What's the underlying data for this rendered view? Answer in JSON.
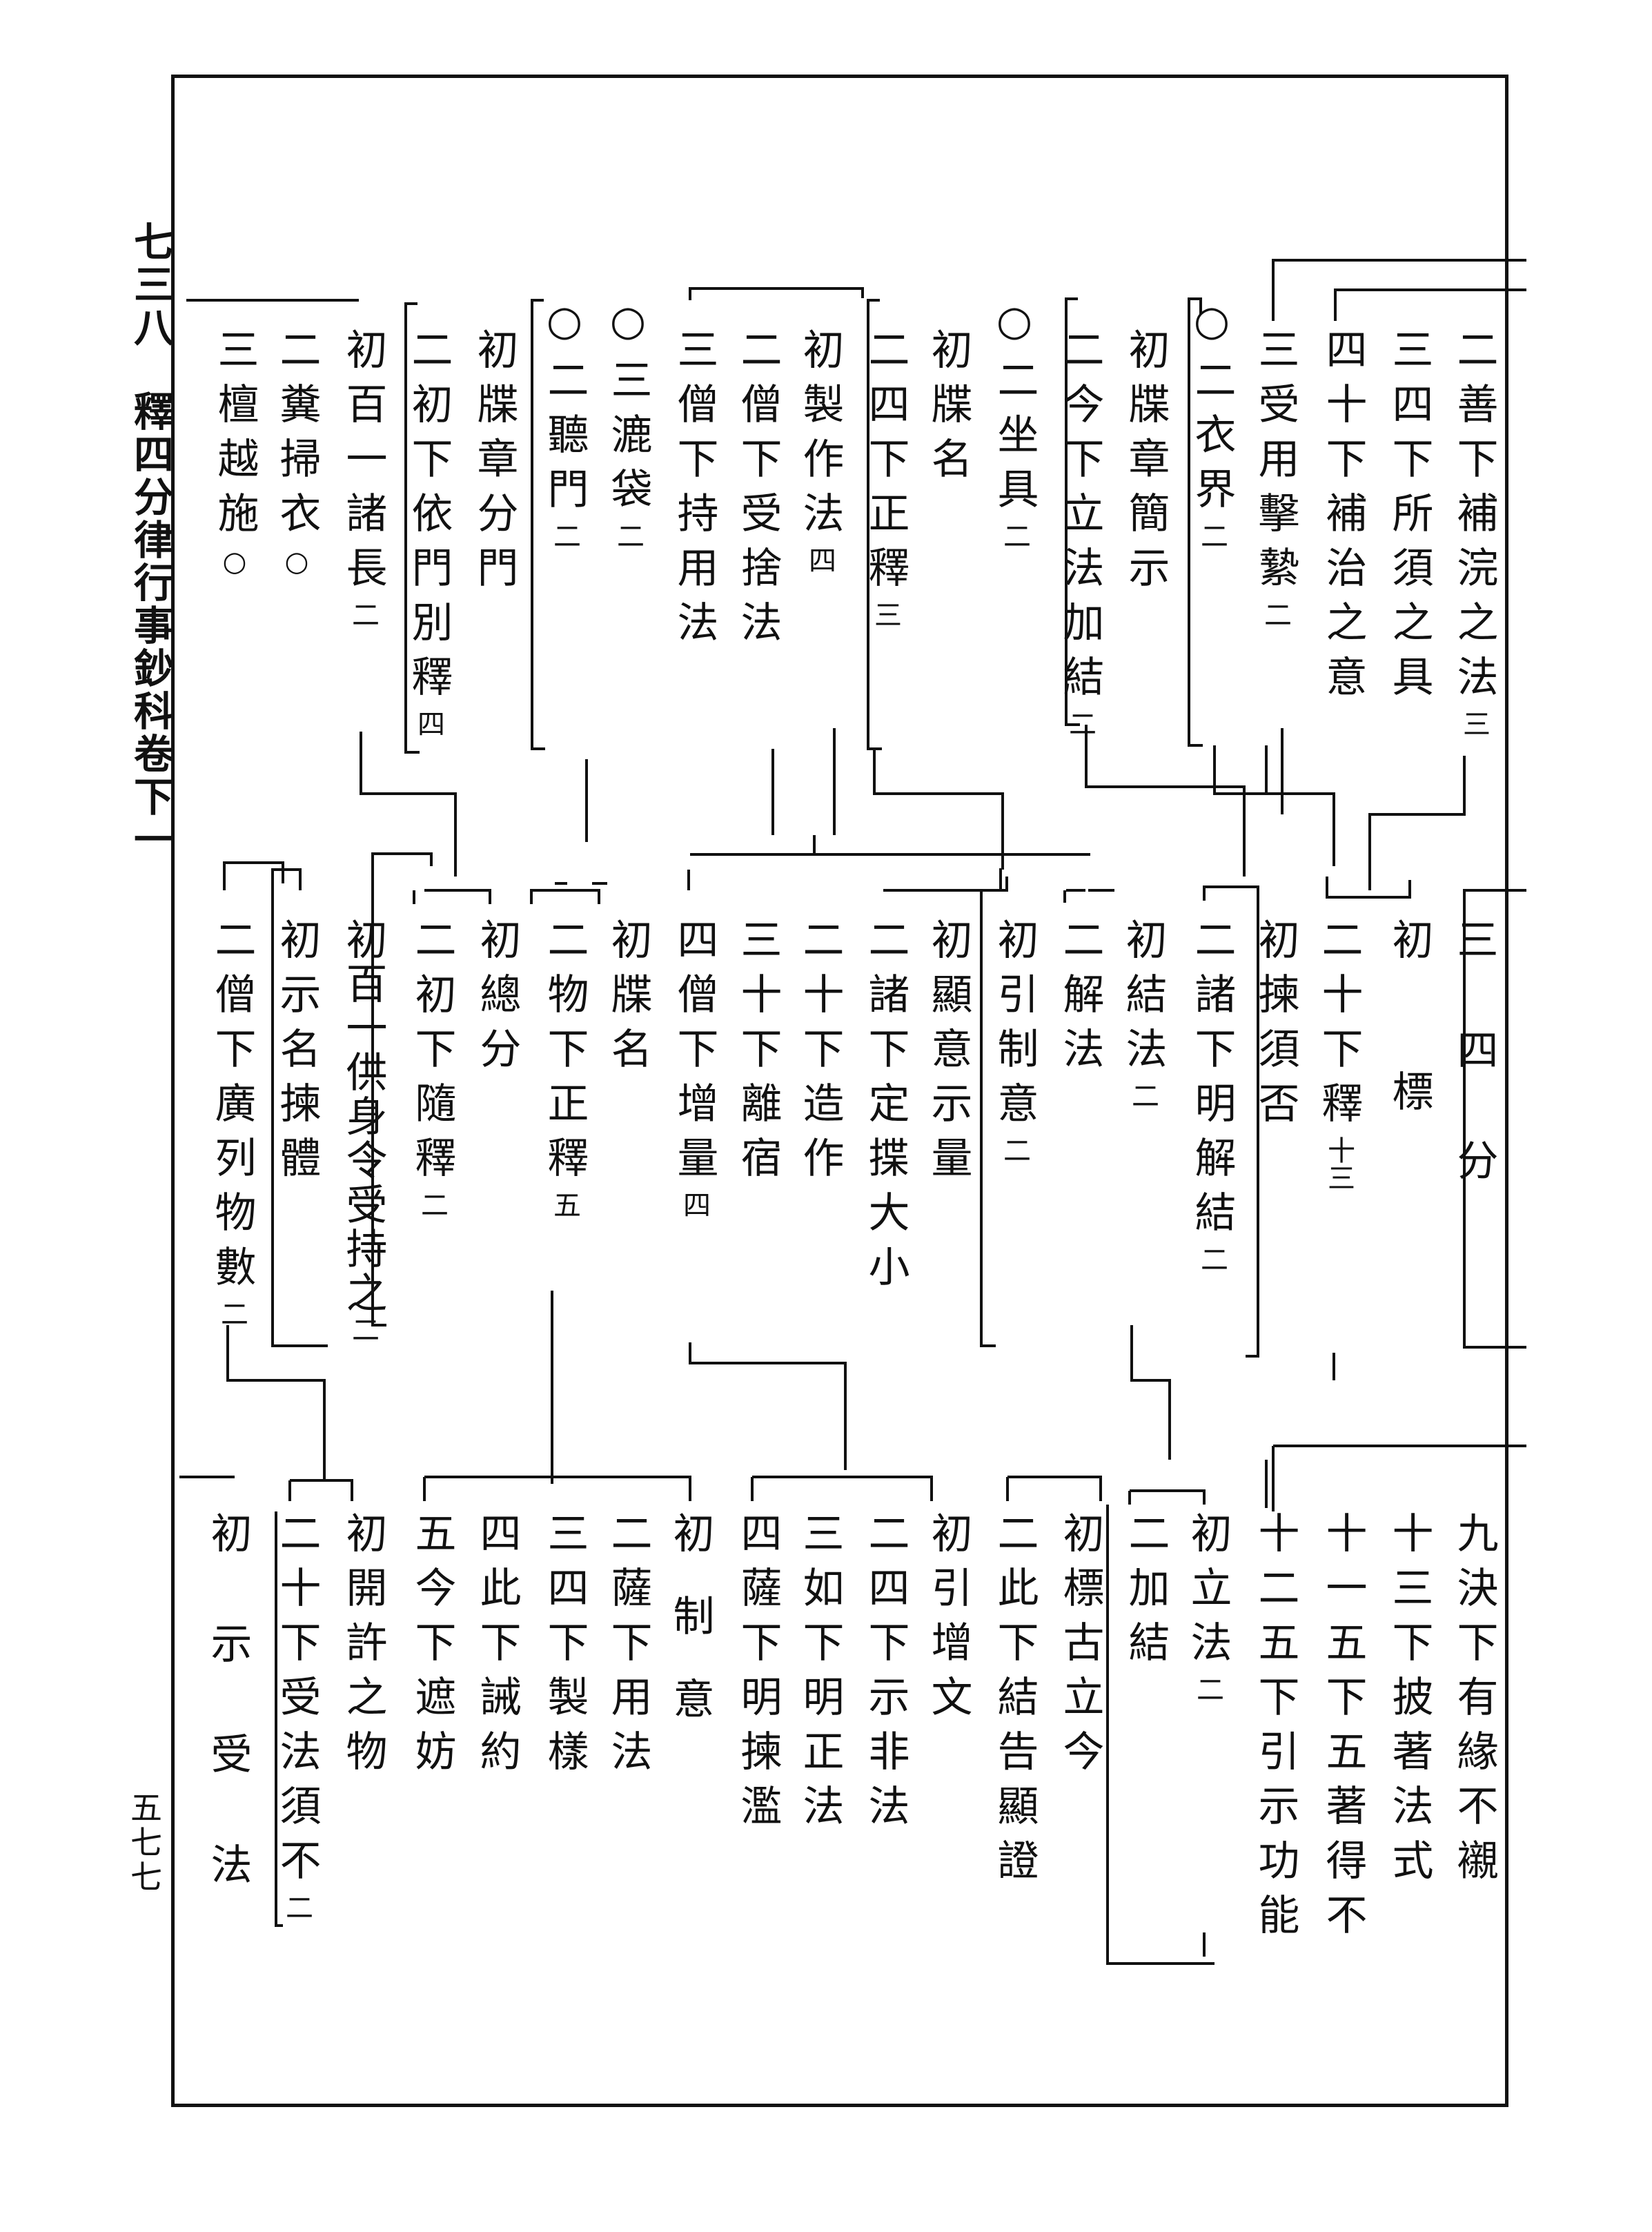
{
  "margin": {
    "page_label": "七三八",
    "book_title": "釋四分律行事鈔科卷下一",
    "page_number": "五七七"
  },
  "outline": {
    "row1": [
      {
        "main": "二善下補浣之法",
        "note": "三"
      },
      {
        "main": "三四下所須之具",
        "note": ""
      },
      {
        "main": "四十下補治之意",
        "note": ""
      },
      {
        "main": "三受用擊縶",
        "note": "二"
      },
      {
        "main": "○二衣界",
        "note": "二"
      },
      {
        "main": "初牒章簡示",
        "note": ""
      },
      {
        "main": "二今下立法加結",
        "note": "二"
      },
      {
        "main": "○二坐具",
        "note": "二"
      },
      {
        "main": "初牒名",
        "note": ""
      },
      {
        "main": "二四下正釋",
        "note": "三"
      },
      {
        "main": "初製作法",
        "note": "四"
      },
      {
        "main": "二僧下受捨法",
        "note": ""
      },
      {
        "main": "三僧下持用法",
        "note": ""
      },
      {
        "main": "○三漉袋",
        "note": "二"
      },
      {
        "main": "○二聽門",
        "note": "二"
      },
      {
        "main": "初牒章分門",
        "note": ""
      },
      {
        "main": "二初下依門別釋",
        "note": "四"
      },
      {
        "main": "初百一諸長",
        "note": "二"
      },
      {
        "main": "二糞掃衣",
        "note": "○"
      },
      {
        "main": "三檀越施",
        "note": "○"
      }
    ],
    "row2": [
      {
        "main": "三四分",
        "note": ""
      },
      {
        "main": "初標",
        "note": ""
      },
      {
        "main": "二十下釋",
        "note": "十三"
      },
      {
        "main": "初揀須否",
        "note": ""
      },
      {
        "main": "二諸下明解結",
        "note": "二"
      },
      {
        "main": "初結法",
        "note": "二"
      },
      {
        "main": "二解法",
        "note": ""
      },
      {
        "main": "初引制意",
        "note": "二"
      },
      {
        "main": "初顯意示量",
        "note": ""
      },
      {
        "main": "二諸下定揲大小",
        "note": ""
      },
      {
        "main": "二十下造作",
        "note": ""
      },
      {
        "main": "三十下離宿",
        "note": ""
      },
      {
        "main": "四僧下增量",
        "note": "四"
      },
      {
        "main": "初牒名",
        "note": ""
      },
      {
        "main": "二物下正釋",
        "note": "五"
      },
      {
        "main": "初總分",
        "note": ""
      },
      {
        "main": "二初下隨釋",
        "note": "二"
      },
      {
        "main": "初百一供身令受持之",
        "note": "二"
      },
      {
        "main": "初示名揀體",
        "note": ""
      },
      {
        "main": "二僧下廣列物數",
        "note": "二"
      }
    ],
    "row3": [
      {
        "main": "九決下有緣不襯",
        "note": ""
      },
      {
        "main": "十三下披著法式",
        "note": ""
      },
      {
        "main": "十一五下五著得不",
        "note": ""
      },
      {
        "main": "十二五下引示功能",
        "note": ""
      },
      {
        "main": "初立法",
        "note": "二"
      },
      {
        "main": "二加結",
        "note": ""
      },
      {
        "main": "初標古立今",
        "note": ""
      },
      {
        "main": "二此下結告顯證",
        "note": ""
      },
      {
        "main": "初引增文",
        "note": ""
      },
      {
        "main": "二四下示非法",
        "note": ""
      },
      {
        "main": "三如下明正法",
        "note": ""
      },
      {
        "main": "四薩下明揀濫",
        "note": ""
      },
      {
        "main": "初制意",
        "note": ""
      },
      {
        "main": "二薩下用法",
        "note": ""
      },
      {
        "main": "三四下製樣",
        "note": ""
      },
      {
        "main": "四此下誡約",
        "note": ""
      },
      {
        "main": "五今下遮妨",
        "note": ""
      },
      {
        "main": "初開許之物",
        "note": ""
      },
      {
        "main": "二十下受法須不",
        "note": "二"
      },
      {
        "main": "初示受法",
        "note": ""
      }
    ]
  }
}
